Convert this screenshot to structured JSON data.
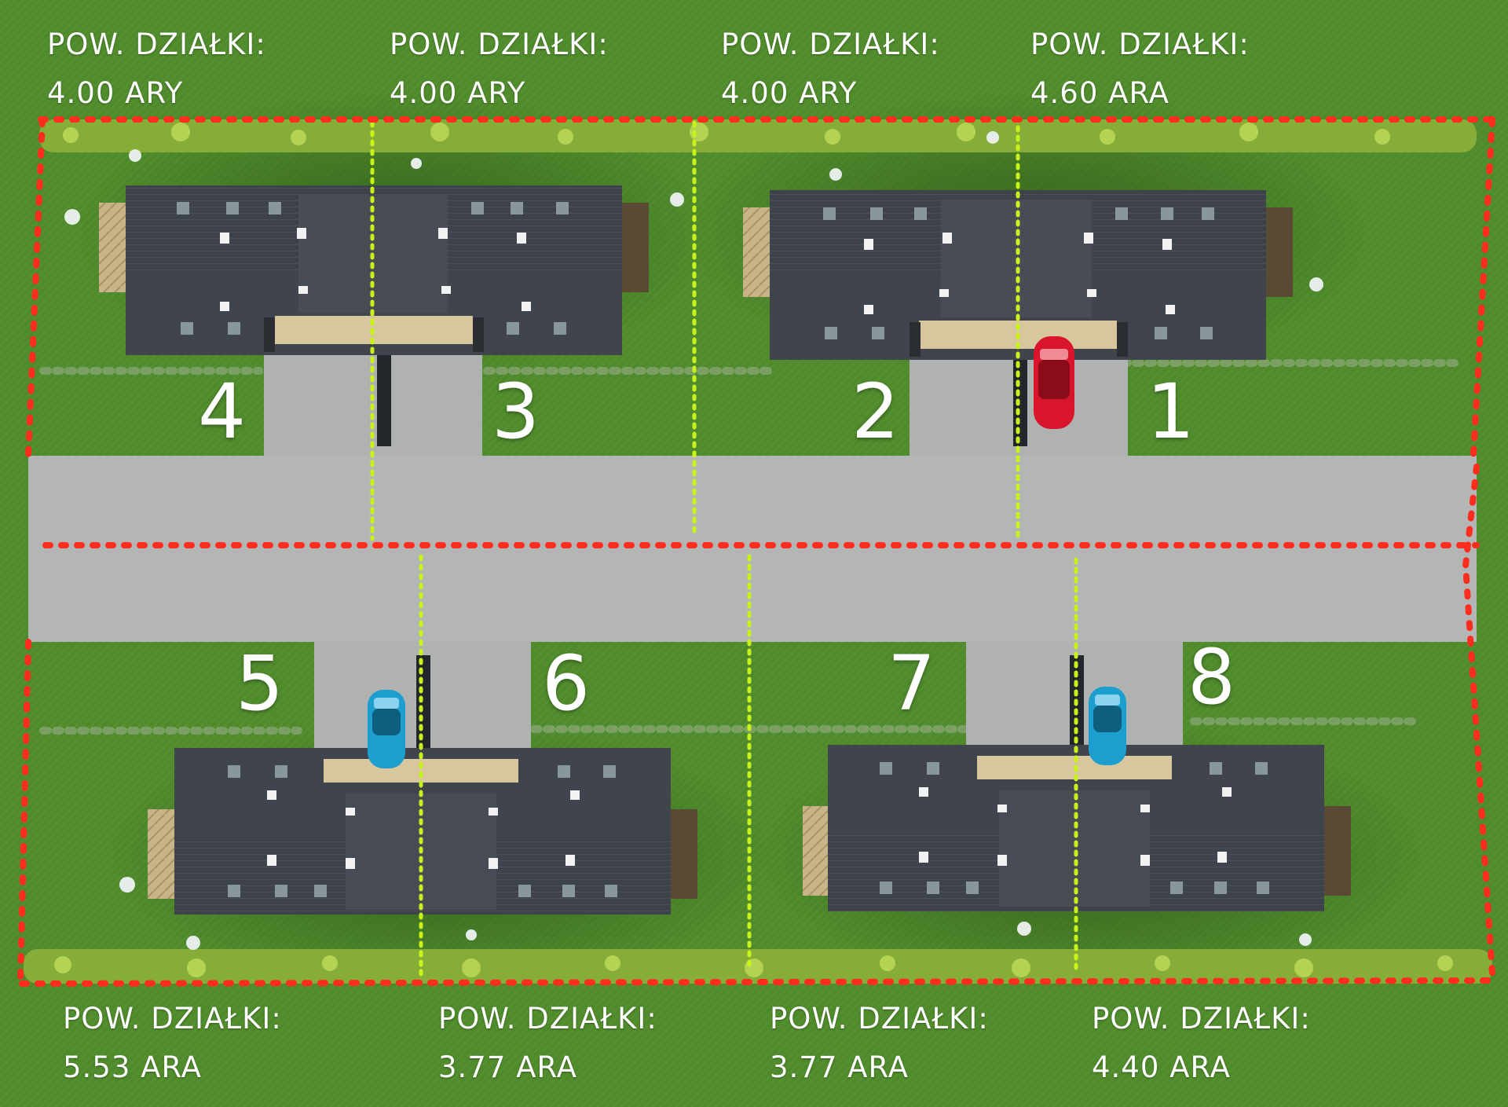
{
  "plots": [
    {
      "number": "1",
      "area_caption": "POW. DZIAŁKI:",
      "area_value": "4.60 ARA"
    },
    {
      "number": "2",
      "area_caption": "POW. DZIAŁKI:",
      "area_value": "4.00 ARY"
    },
    {
      "number": "3",
      "area_caption": "POW. DZIAŁKI:",
      "area_value": "4.00 ARY"
    },
    {
      "number": "4",
      "area_caption": "POW. DZIAŁKI:",
      "area_value": "4.00 ARY"
    },
    {
      "number": "5",
      "area_caption": "POW. DZIAŁKI:",
      "area_value": "5.53 ARA"
    },
    {
      "number": "6",
      "area_caption": "POW. DZIAŁKI:",
      "area_value": "3.77 ARA"
    },
    {
      "number": "7",
      "area_caption": "POW. DZIAŁKI:",
      "area_value": "3.77 ARA"
    },
    {
      "number": "8",
      "area_caption": "POW. DZIAŁKI:",
      "area_value": "4.40 ARA"
    }
  ],
  "colors": {
    "lawn": "#4f8a2c",
    "road": "#b4b6b5",
    "driveway": "#b0b1b1",
    "roof": "#3d424b",
    "boundary": "#ff2d1e",
    "plot_divider": "#c9f21a",
    "car_red": "#d8152b",
    "car_blue": "#1c9fcf",
    "terrace": "#d8c79e",
    "hedge": "#a6c846"
  }
}
